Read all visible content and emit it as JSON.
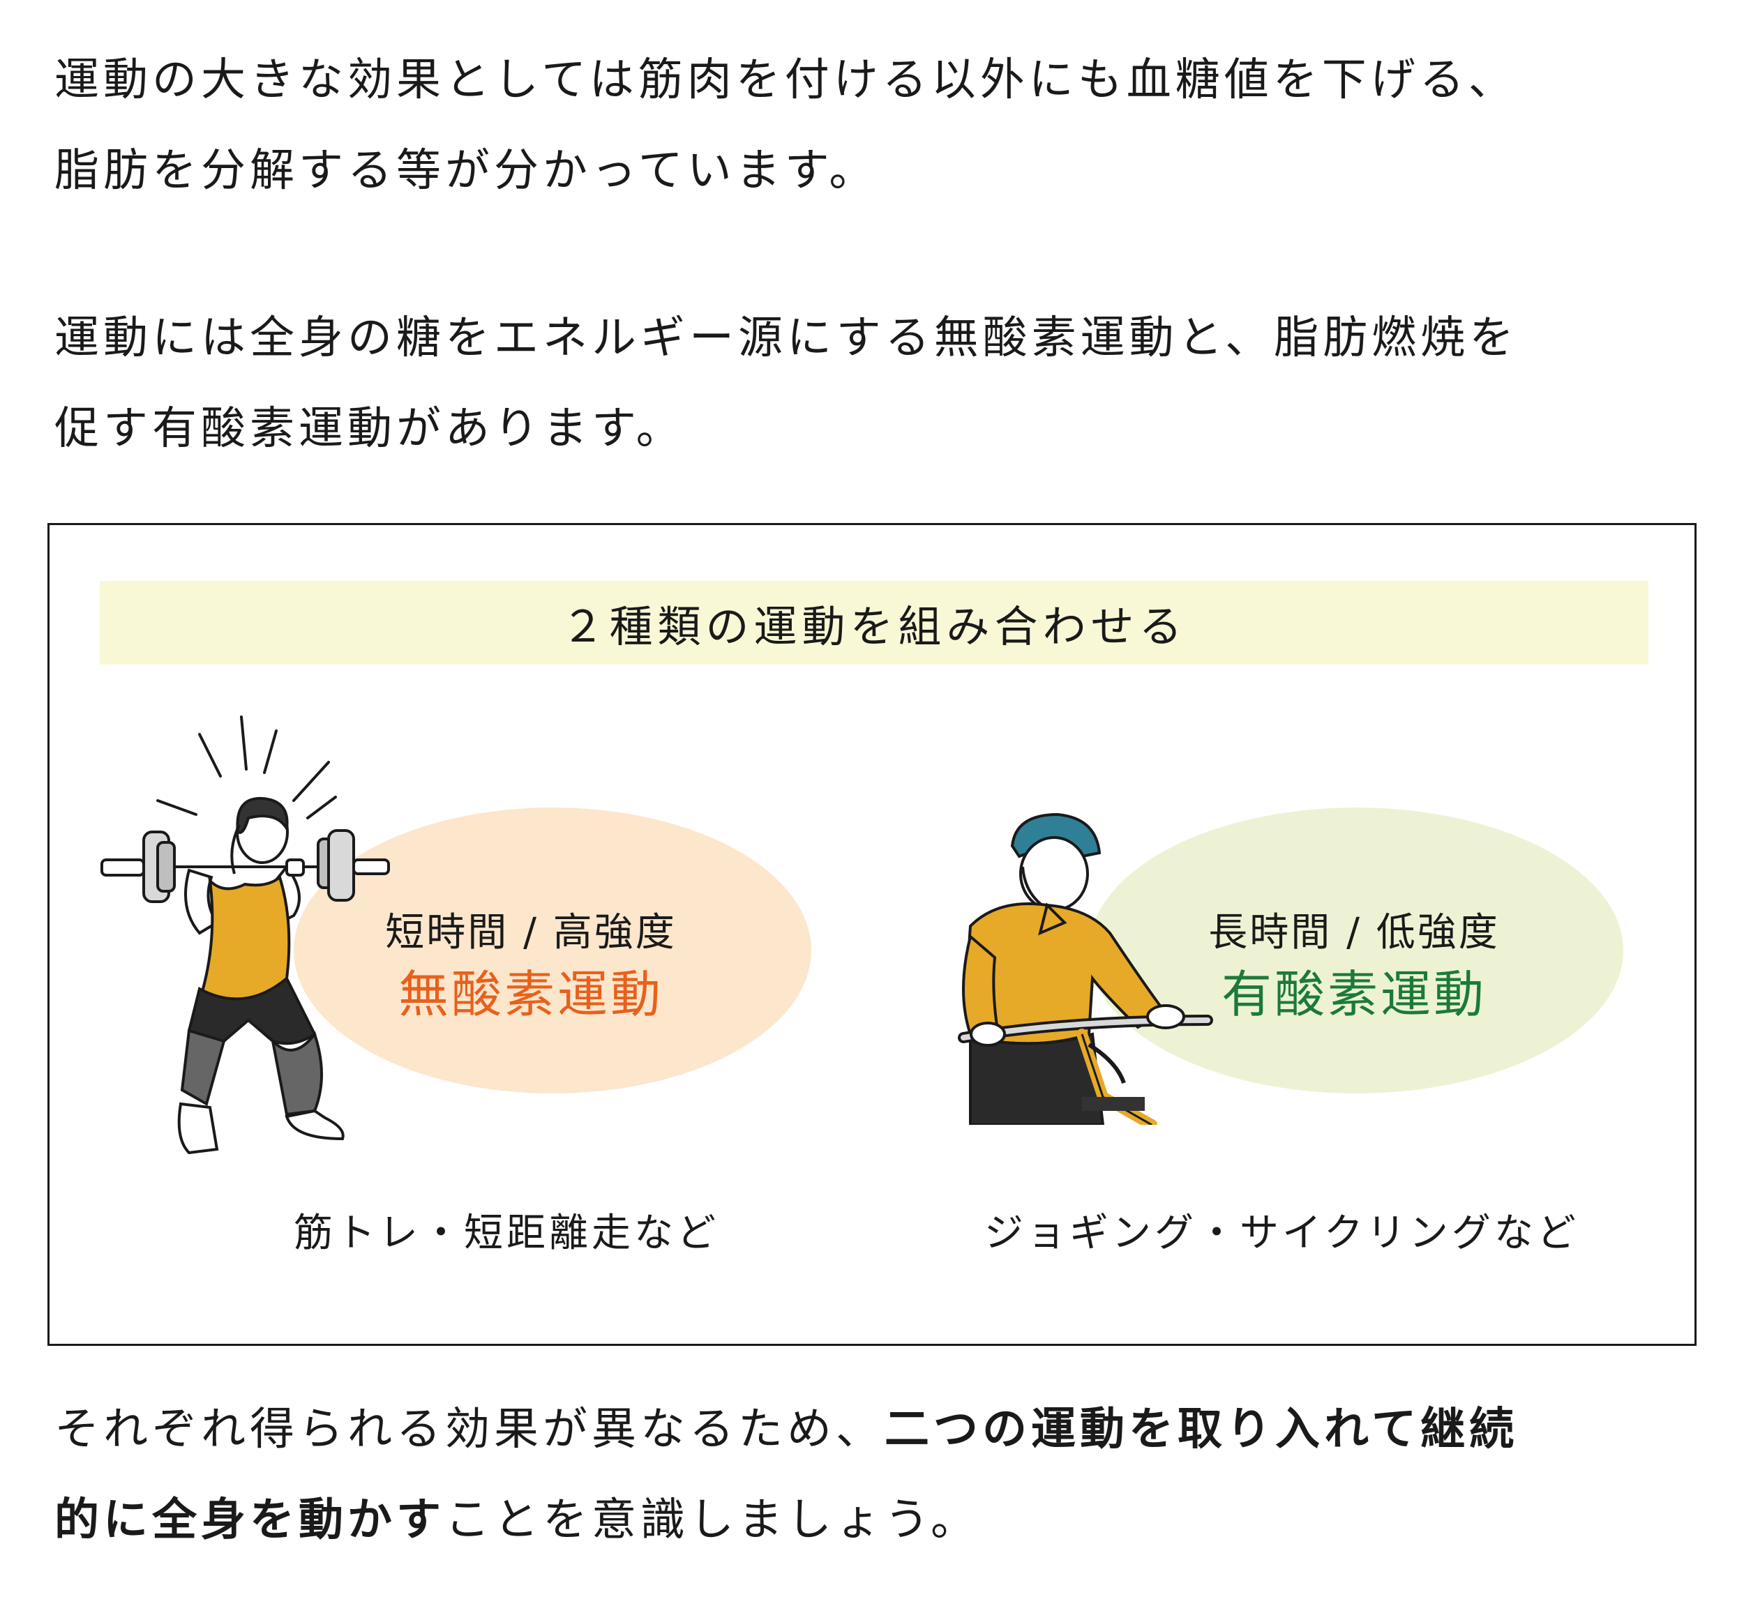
{
  "intro": {
    "lines": [
      "運動の大きな効果としては筋肉を付ける以外にも血糖値を下げる、",
      "脂肪を分解する等が分かっています。"
    ]
  },
  "types_paragraph": {
    "lines": [
      "運動には全身の糖をエネルギー源にする無酸素運動と、脂肪燃焼を",
      "促す有酸素運動があります。"
    ]
  },
  "box": {
    "header": "２種類の運動を組み合わせる",
    "anaerobic": {
      "subtitle": "短時間 / 高強度",
      "title": "無酸素運動",
      "examples": "筋トレ・短距離走など",
      "color": "#e8601c",
      "ellipse_color": "#fce6cc"
    },
    "aerobic": {
      "subtitle": "長時間 / 低強度",
      "title": "有酸素運動",
      "examples": "ジョギング・サイクリングなど",
      "color": "#1b7a3a",
      "ellipse_color": "#eef2d4"
    },
    "header_color": "#f8f8d6"
  },
  "conclusion": {
    "line1_plain": "それぞれ得られる効果が異なるため、",
    "line1_bold": "二つの運動を取り入れて継続",
    "line2_bold": "的に全身を動かす",
    "line2_plain": "ことを意識しましょう。"
  }
}
